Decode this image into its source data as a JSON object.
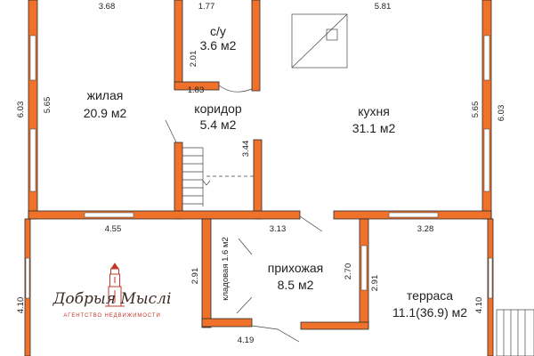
{
  "rooms": {
    "bathroom": {
      "name": "с/у",
      "area": "3.6 м2"
    },
    "living": {
      "name": "жилая",
      "area": "20.9 м2"
    },
    "corridor": {
      "name": "коридор",
      "area": "5.4 м2"
    },
    "kitchen": {
      "name": "кухня",
      "area": "31.1 м2"
    },
    "hall": {
      "name": "прихожая",
      "area": "8.5 м2"
    },
    "pantry": {
      "label": "кладовая 1.6 м2"
    },
    "terrace": {
      "name": "терраса",
      "area": "11.1(36.9) м2"
    }
  },
  "dimensions": {
    "top_left": "3.68",
    "top_mid": "1.77",
    "top_right": "5.81",
    "bath_h": "2.01",
    "bath_w": "1.83",
    "left_outer": "6.03",
    "left_inner": "5.65",
    "right_inner": "5.65",
    "right_outer": "6.03",
    "stair": "3.44",
    "mid_left": "4.55",
    "mid_center": "3.13",
    "mid_right": "3.28",
    "pantry_h": "2.91",
    "hall_v": "2.70",
    "hall_v2": "2.91",
    "bottom_left": "4.10",
    "bottom_right": "4.10",
    "bottom": "4.19"
  },
  "logo": {
    "name": "Добрыя Мыслі",
    "subtitle": "АГЕНТСТВО НЕДВИЖИМОСТИ"
  },
  "colors": {
    "wall": "#f0712a",
    "logo_accent": "#c0392b"
  }
}
